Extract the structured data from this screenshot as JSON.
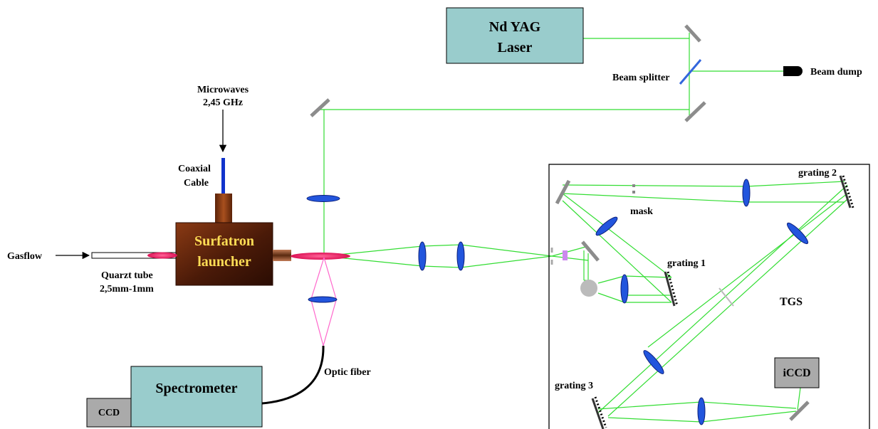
{
  "labels": {
    "laser_line1": "Nd YAG",
    "laser_line2": "Laser",
    "beam_splitter": "Beam splitter",
    "beam_dump": "Beam dump",
    "microwaves_line1": "Microwaves",
    "microwaves_line2": "2,45 GHz",
    "coaxial_line1": "Coaxial",
    "coaxial_line2": "Cable",
    "surfatron_line1": "Surfatron",
    "surfatron_line2": "launcher",
    "gasflow": "Gasflow",
    "quartz_line1": "Quarzt tube",
    "quartz_line2": "2,5mm-1mm",
    "optic_fiber": "Optic fiber",
    "spectrometer": "Spectrometer",
    "ccd": "CCD",
    "mask": "mask",
    "grating1": "grating 1",
    "grating2": "grating 2",
    "grating3": "grating 3",
    "tgs": "TGS",
    "iccd": "iCCD"
  },
  "colors": {
    "laser_beam": "#33dd33",
    "emission_light": "#ff66cc",
    "box_fill": "#99cccc",
    "ccd_fill": "#aaaaaa",
    "surfatron_text": "#ffdd55",
    "coaxial_cable": "#1133cc",
    "plasma": "#ee3366",
    "lens": "#2255dd"
  }
}
